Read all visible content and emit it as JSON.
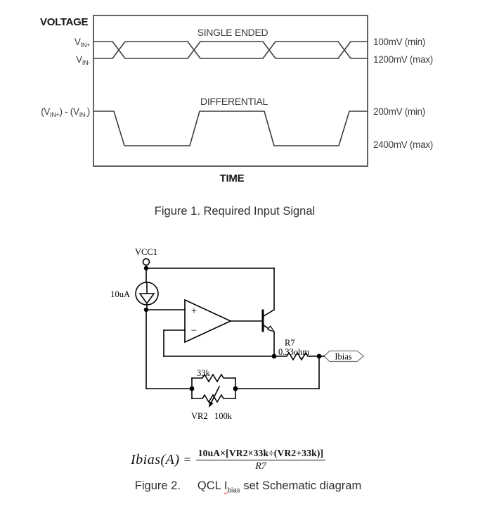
{
  "figure1": {
    "axis": {
      "y_label": "VOLTAGE",
      "x_label": "TIME"
    },
    "single_ended": {
      "title": "SINGLE ENDED",
      "trace_pos": {
        "base": "V",
        "sub": "IN+"
      },
      "trace_neg": {
        "base": "V",
        "sub": "IN-"
      },
      "annotation_min": "100mV (min)",
      "annotation_max": "1200mV (max)"
    },
    "differential": {
      "title": "DIFFERENTIAL",
      "trace_label": {
        "p1": "(V",
        "s1": "IN+",
        "p2": ") - (V",
        "s2": "IN-",
        "p3": ")"
      },
      "annotation_min": "200mV (min)",
      "annotation_max": "2400mV (max)"
    },
    "caption": "Figure 1. Required Input Signal"
  },
  "figure2": {
    "schematic": {
      "supply_label": "VCC1",
      "current_source_label": "10uA",
      "opamp_plus": "+",
      "opamp_minus": "−",
      "r7_name": "R7",
      "r7_value": "0.33ohm",
      "output_flag": "Ibias",
      "r_parallel_value": "33k",
      "vr2_name": "VR2",
      "vr2_value": "100k"
    },
    "formula": {
      "lhs": "Ibias(A)",
      "equals": "=",
      "numerator": "10uA×[VR2×33k÷(VR2+33k)]",
      "denominator": "R7"
    },
    "caption": {
      "fig": "Figure 2.",
      "pre": "QCL ",
      "ibias_base": "I",
      "ibias_sub": "bias",
      "post": " set Schematic diagram"
    }
  },
  "colors": {
    "fig1_line": "#3c3c3c",
    "schematic_line": "#000000",
    "spellcheck_red": "#e0301e"
  }
}
